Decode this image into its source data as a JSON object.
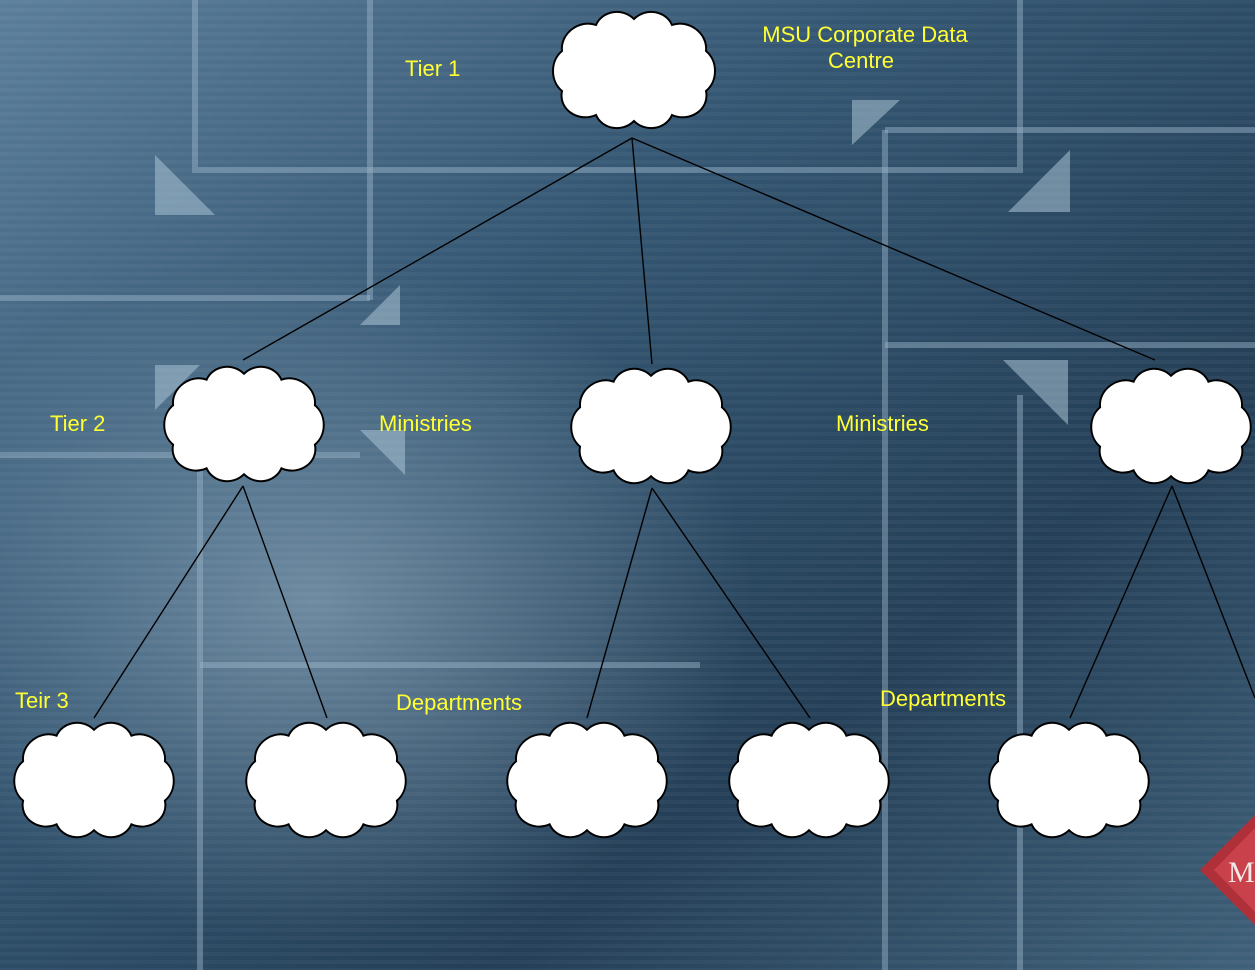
{
  "diagram": {
    "labels": {
      "tier1": "Tier 1",
      "tier1_node_line1": "MSU Corporate Data",
      "tier1_node_line2": "Centre",
      "tier2": "Tier 2",
      "ministries_a": "Ministries",
      "ministries_b": "Ministries",
      "tier3": "Teir 3",
      "departments_a": "Departments",
      "departments_b": "Departments"
    },
    "logo_text": "M",
    "colors": {
      "label": "#ffff33",
      "cloud_fill": "#ffffff",
      "cloud_stroke": "#000000",
      "background": "#2d4a63",
      "logo": "#b0303a"
    }
  }
}
